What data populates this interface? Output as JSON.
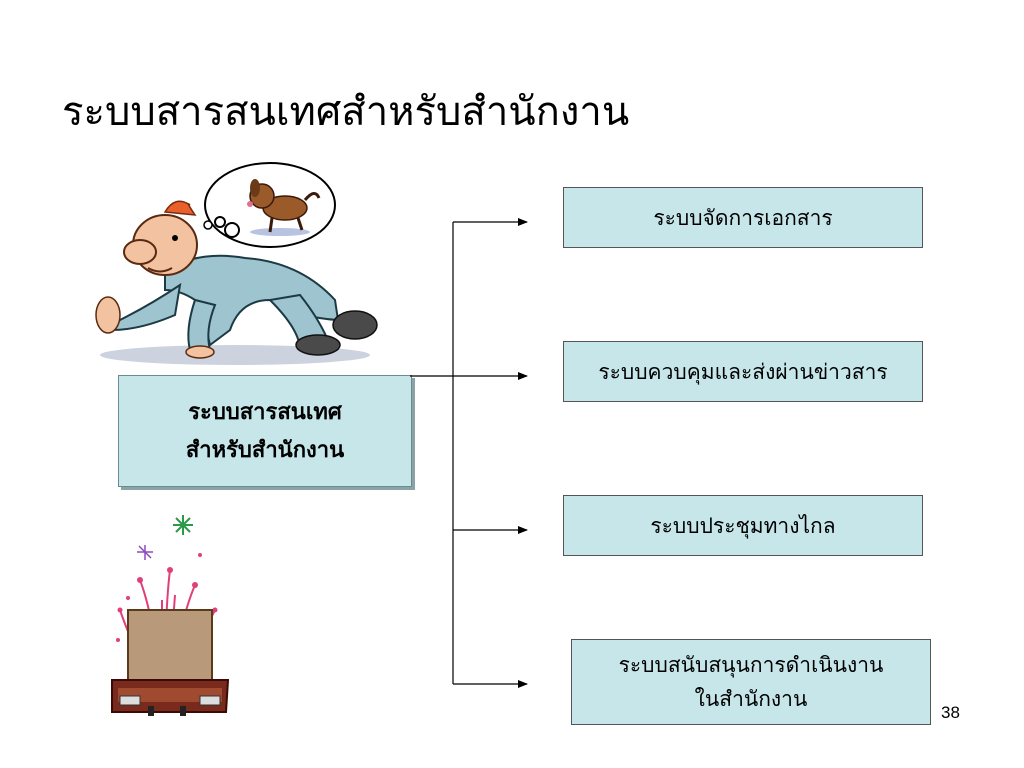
{
  "slide": {
    "title": "ระบบสารสนเทศสำหรับสำนักงาน",
    "page_number": "38"
  },
  "center_node": {
    "line1": "ระบบสารสนเทศ",
    "line2": "สำหรับสำนักงาน"
  },
  "branches": [
    {
      "line1": "ระบบจัดการเอกสาร"
    },
    {
      "line1": "ระบบควบคุมและส่งผ่านข่าวสาร"
    },
    {
      "line1": "ระบบประชุมทางไกล"
    },
    {
      "line1": "ระบบสนับสนุนการดำเนินงาน",
      "line2": "ในสำนักงาน"
    }
  ],
  "colors": {
    "box_fill": "#c6e6ea",
    "connector": "#000000",
    "firework_pink": "#e0407a",
    "briefcase": "#7a2a1c"
  },
  "icons": [
    "crawling-man-dreaming-of-dog-clipart",
    "briefcase-fireworks-clipart"
  ]
}
